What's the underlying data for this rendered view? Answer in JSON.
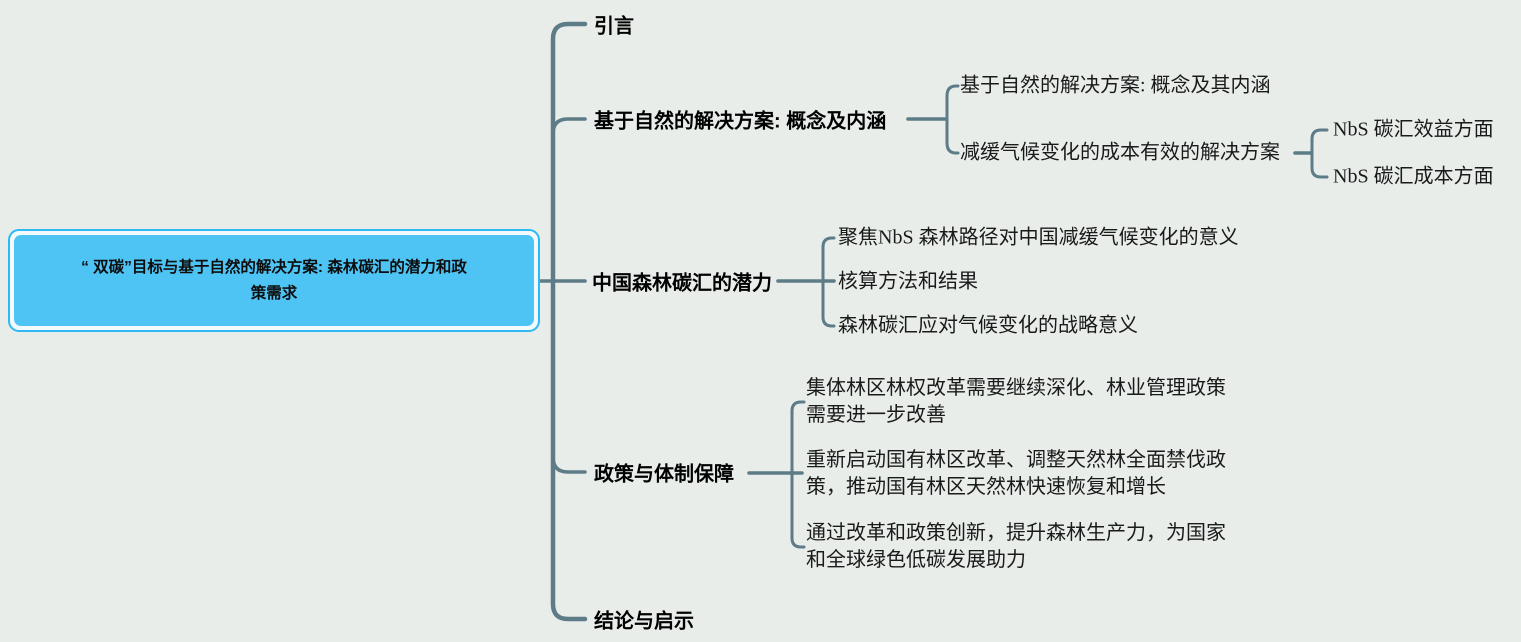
{
  "colors": {
    "background": "#e8edea",
    "connector_line": "#5e7c87",
    "root_fill": "#4ec4f5",
    "root_border": "#2fb9f2",
    "level1_text": "#000000",
    "level2_text": "#1a1a1a"
  },
  "mindmap": {
    "root": {
      "label": "“ 双碳”目标与基于自然的解决方案: 森林碳汇的潜力和政\n策需求"
    },
    "branches": [
      {
        "label": "引言"
      },
      {
        "label": "基于自然的解决方案: 概念及内涵",
        "children": [
          {
            "label": "基于自然的解决方案: 概念及其内涵"
          },
          {
            "label": "减缓气候变化的成本有效的解决方案",
            "children": [
              {
                "label": "NbS 碳汇效益方面"
              },
              {
                "label": "NbS 碳汇成本方面"
              }
            ]
          }
        ]
      },
      {
        "label": "中国森林碳汇的潜力",
        "children": [
          {
            "label": "聚焦NbS 森林路径对中国减缓气候变化的意义"
          },
          {
            "label": "核算方法和结果"
          },
          {
            "label": "森林碳汇应对气候变化的战略意义"
          }
        ]
      },
      {
        "label": "政策与体制保障",
        "children": [
          {
            "label": "集体林区林权改革需要继续深化、林业管理政策\n需要进一步改善"
          },
          {
            "label": "重新启动国有林区改革、调整天然林全面禁伐政\n策，推动国有林区天然林快速恢复和增长"
          },
          {
            "label": "通过改革和政策创新，提升森林生产力，为国家\n和全球绿色低碳发展助力"
          }
        ]
      },
      {
        "label": "结论与启示"
      }
    ]
  }
}
